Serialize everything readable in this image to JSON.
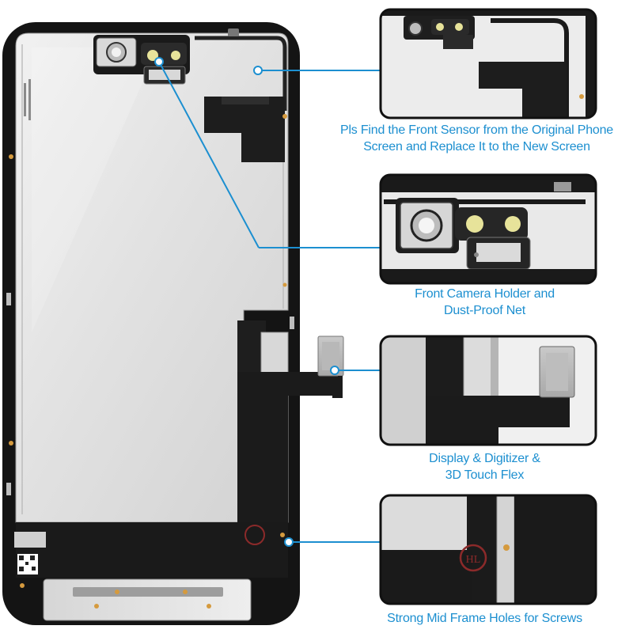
{
  "image": {
    "accent_color": "#1c8fd0",
    "panel_border_color": "#111111"
  },
  "callouts": [
    {
      "id": "front-sensor",
      "caption_lines": [
        "Pls Find the Front Sensor from the Original Phone",
        "Screen and Replace It to the New Screen"
      ]
    },
    {
      "id": "camera-holder",
      "caption_lines": [
        "Front Camera Holder and",
        "Dust-Proof Net"
      ]
    },
    {
      "id": "touch-flex",
      "caption_lines": [
        "Display & Digitizer &",
        "3D Touch Flex"
      ]
    },
    {
      "id": "mid-frame",
      "caption_lines": [
        "Strong Mid Frame Holes for Screws"
      ]
    }
  ]
}
